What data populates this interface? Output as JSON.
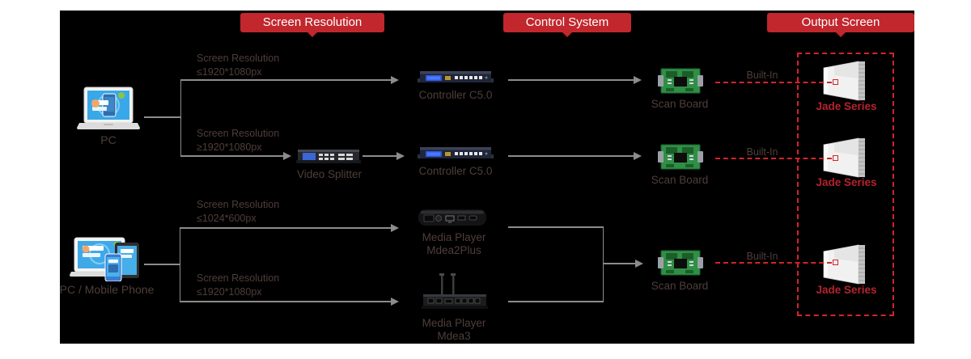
{
  "banners": {
    "screen_resolution": "Screen Resolution",
    "control_system": "Control System",
    "output_screen": "Output Screen"
  },
  "sources": {
    "pc": "PC",
    "pc_mobile": "PC / Mobile Phone"
  },
  "resolution_branches": {
    "r1": {
      "line1": "Screen Resolution",
      "line2": "≤1920*1080px"
    },
    "r2": {
      "line1": "Screen Resolution",
      "line2": "≥1920*1080px"
    },
    "r3": {
      "line1": "Screen Resolution",
      "line2": "≤1024*600px"
    },
    "r4": {
      "line1": "Screen Resolution",
      "line2": "≤1920*1080px"
    }
  },
  "control_devices": {
    "controller1": "Controller C5.0",
    "controller2": "Controller C5.0",
    "video_splitter": "Video Splitter",
    "media_player1": {
      "line1": "Media Player",
      "line2": "Mdea2Plus"
    },
    "media_player2": {
      "line1": "Media Player",
      "line2": "Mdea3"
    }
  },
  "scan_boards": {
    "sb1": {
      "label": "Scan Board",
      "built_in": "Built-In"
    },
    "sb2": {
      "label": "Scan Board",
      "built_in": "Built-In"
    },
    "sb3": {
      "label": "Scan Board",
      "built_in": "Built-In"
    }
  },
  "output_screens": {
    "jade1": "Jade Series",
    "jade2": "Jade Series",
    "jade3": "Jade Series"
  },
  "colors": {
    "banner_red": "#c1272d",
    "dashed_red": "#d6232b",
    "jade_text_red": "#b5232d",
    "line_gray": "#8c8c8c",
    "label_gray": "#4f3e3a",
    "panel_background": "#000000",
    "page_background": "#ffffff"
  }
}
